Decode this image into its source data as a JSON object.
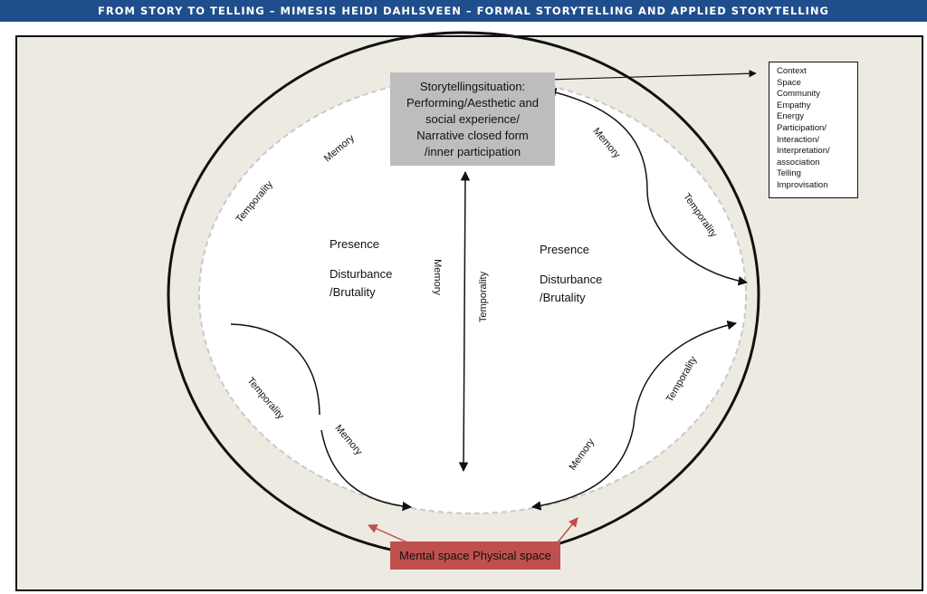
{
  "header": {
    "title": "FROM STORY TO TELLING – MIMESIS HEIDI DAHLSVEEN – FORMAL STORYTELLING AND APPLIED STORYTELLING"
  },
  "storytelling_situation": {
    "lines": [
      "Storytellingsituation:",
      "Performing/Aesthetic and",
      "social experience/",
      "Narrative closed form",
      "/inner participation"
    ]
  },
  "context_list": [
    "Context",
    "Space",
    "Community",
    "Empathy",
    "Energy",
    "Participation/",
    "Interaction/",
    "Interpretation/",
    "association",
    "Telling",
    "Improvisation"
  ],
  "left_group": {
    "presence": "Presence",
    "disturbance": "Disturbance",
    "brutality": "/Brutality"
  },
  "right_group": {
    "presence": "Presence",
    "disturbance": "Disturbance",
    "brutality": "/Brutality"
  },
  "labels": {
    "memory_top_left": "Memory",
    "temporality_top_left": "Temporality",
    "memory_top_right": "Memory",
    "temporality_top_right": "Temporality",
    "memory_center": "Memory",
    "temporality_center": "Temporality",
    "temporality_bottom_left": "Temporality",
    "memory_bottom_left": "Memory",
    "temporality_bottom_right": "Temporality",
    "memory_bottom_right": "Memory"
  },
  "mental_physical": "Mental space Physical space",
  "colors": {
    "header_bg": "#1f4e8c",
    "frame_bg": "#edeae1",
    "story_box": "#bdbdbd",
    "mental_box": "#c0504d",
    "red_arrow": "#c0504d"
  }
}
